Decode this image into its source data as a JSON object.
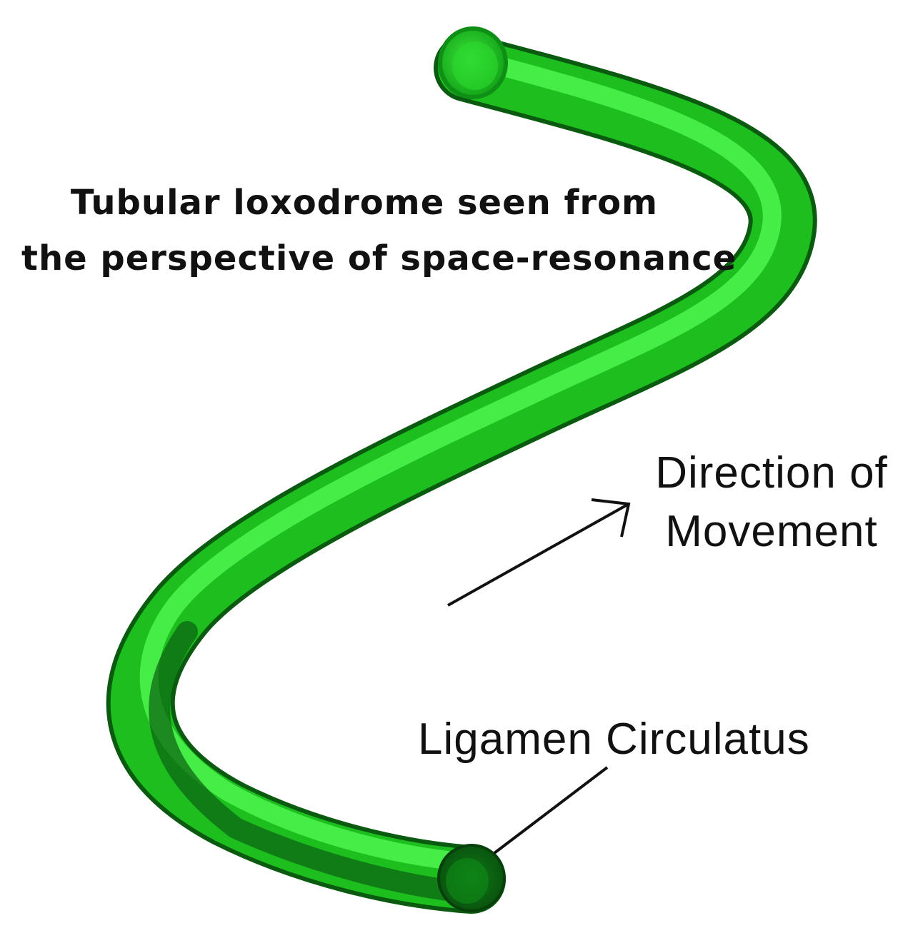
{
  "title": {
    "line1": "Tubular loxodrome seen from",
    "line2": "the perspective of space-resonance"
  },
  "direction_label": {
    "line1": "Direction of",
    "line2": "Movement"
  },
  "ligament_label": "Ligamen Circulatus",
  "colors": {
    "tube_light": "#39f03b",
    "tube_mid": "#1fc21f",
    "tube_dark": "#0b6e12",
    "end_cap": "#0f7a18",
    "background": "#ffffff",
    "text": "#111111"
  }
}
